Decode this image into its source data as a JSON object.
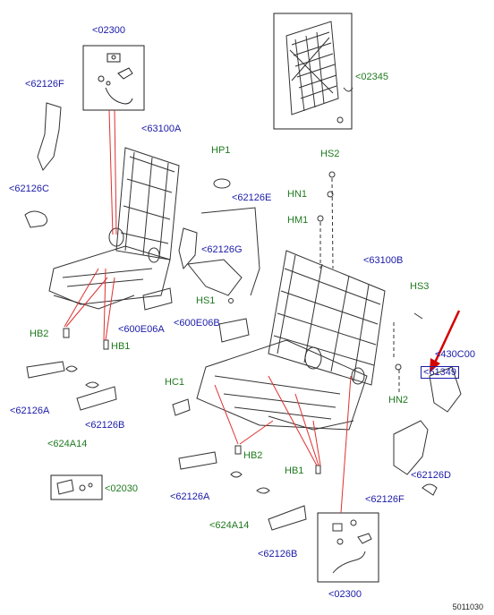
{
  "diagram_id": "5011030",
  "colors": {
    "blue_label": "#1a1aa8",
    "green_label": "#1f7a1f",
    "leader_red": "#e03030",
    "arrow_red": "#d40000"
  },
  "labels": {
    "l02300_top": "<02300",
    "l62126F_top": "<62126F",
    "l02345": "<02345",
    "l63100A": "<63100A",
    "lHP1": "HP1",
    "lHS2": "HS2",
    "l62126C": "<62126C",
    "lHN1": "HN1",
    "l62126E": "<62126E",
    "lHM1": "HM1",
    "l62126G": "<62126G",
    "l63100B": "<63100B",
    "lHS1": "HS1",
    "lHS3": "HS3",
    "l600E06B": "<600E06B",
    "l600E06A": "<600E06A",
    "lHB2_left": "HB2",
    "lHB1_left": "HB1",
    "l430C00": "<430C00",
    "l61349": "<61349",
    "l62126A_left": "<62126A",
    "lHC1": "HC1",
    "lHN2": "HN2",
    "l62126B_left": "<62126B",
    "l624A14_left": "<624A14",
    "lHB2_right": "HB2",
    "lHB1_right": "HB1",
    "l62126D": "<62126D",
    "l02030": "<02030",
    "l62126A_right": "<62126A",
    "l62126F_right": "<62126F",
    "l624A14_right": "<624A14",
    "l62126B_right": "<62126B",
    "l02300_bottom": "<02300"
  }
}
